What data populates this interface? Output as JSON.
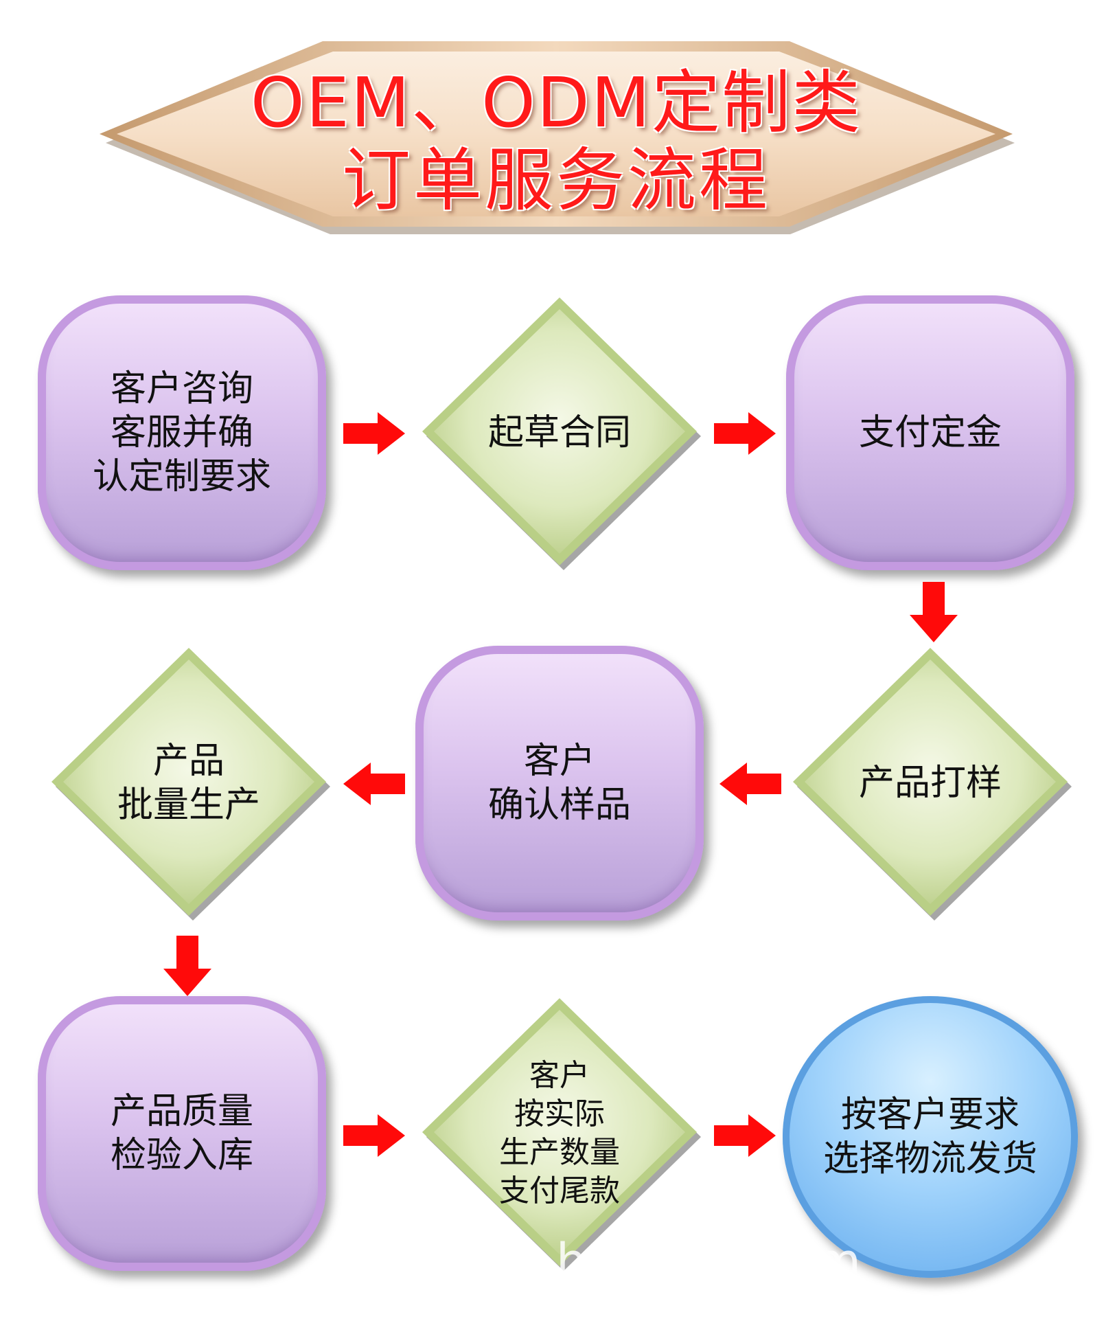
{
  "title": {
    "line1": "OEM、ODM定制类",
    "line2": "订单服务流程"
  },
  "nodes": [
    {
      "text": "客户咨询\n客服并确\n认定制要求"
    },
    {
      "text": "起草合同"
    },
    {
      "text": "支付定金"
    },
    {
      "text": "产品打样"
    },
    {
      "text": "客户\n确认样品"
    },
    {
      "text": "产品\n批量生产"
    },
    {
      "text": "产品质量\n检验入库"
    },
    {
      "text": "客户\n按实际\n生产数量\n支付尾款"
    },
    {
      "text": "按客户要求\n选择物流发货"
    }
  ],
  "watermark": "ht        1688.com",
  "colors": {
    "title_red": "#ff1a1a",
    "box_purple": "#c49ae0",
    "diamond_green": "#c6d99a",
    "circle_blue": "#5fa8ec",
    "arrow_red": "#ff0a0a"
  }
}
